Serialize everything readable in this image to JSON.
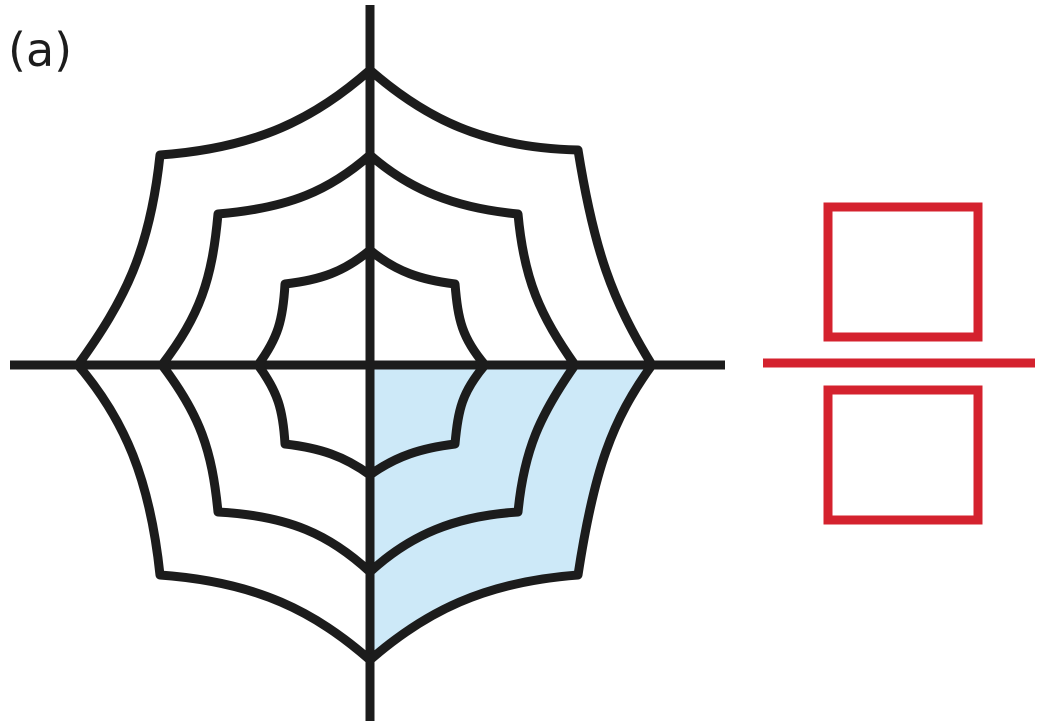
{
  "label": "(a)",
  "colors": {
    "web_stroke": "#1c1c1c",
    "shaded_fill": "#cde9f8",
    "fraction_red": "#d4222e",
    "background": "#ffffff"
  },
  "web": {
    "rings": 3,
    "sectors": 4,
    "shaded_sectors": 1
  },
  "fraction": {
    "numerator_box": "",
    "denominator_box": ""
  }
}
